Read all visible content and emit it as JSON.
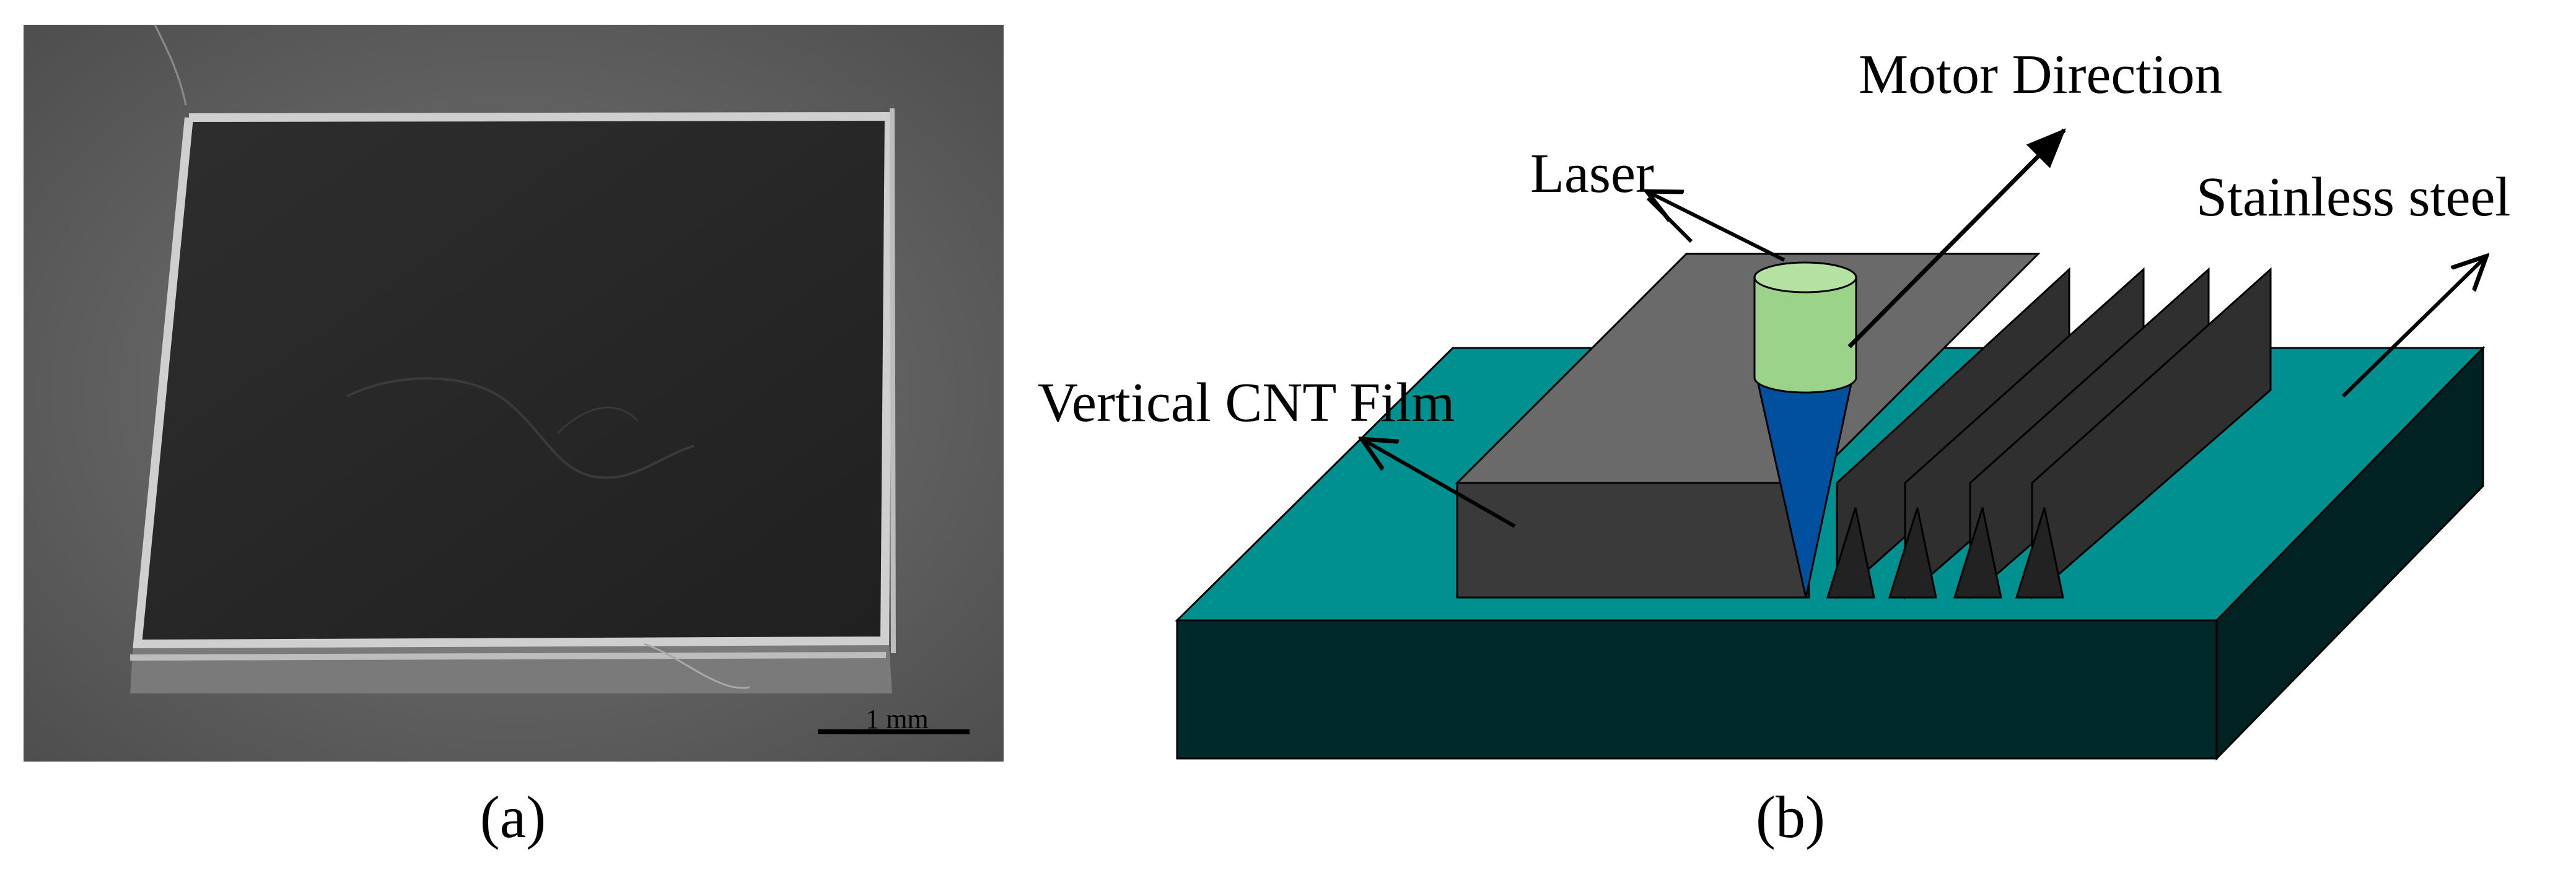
{
  "panels": {
    "a": {
      "caption": "(a)",
      "scale_bar_label": "1 mm"
    },
    "b": {
      "caption": "(b)",
      "labels": {
        "motor_direction": "Motor Direction",
        "laser": "Laser",
        "stainless_steel": "Stainless steel",
        "vertical_cnt_film": "Vertical CNT Film"
      }
    }
  },
  "colors": {
    "sem_background": "#6c6c6c",
    "sem_film": "#262626",
    "sem_edge": "#c8c8c8",
    "steel_top": "#009090",
    "steel_front": "#002a2a",
    "steel_side": "#002222",
    "film_top": "#6a6a6a",
    "film_front": "#3a3a3a",
    "fin": "#2f2f2f",
    "laser_body": "#9bd38a",
    "laser_beam": "#0050a0"
  }
}
